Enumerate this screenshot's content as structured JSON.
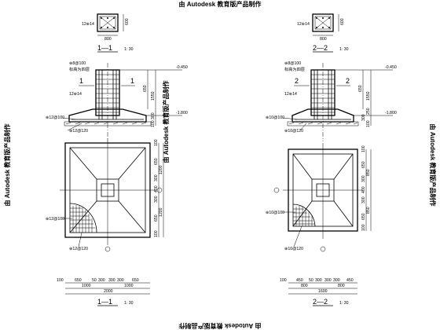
{
  "watermark": "由 Autodesk 教育版产品制作",
  "left_detail": {
    "col_label": "12⊕14",
    "col_width": "800",
    "col_depth": "600",
    "sec_top": "1—1",
    "sec_top_scale": "1: 30",
    "stirrup": "⊕8@100",
    "note": "标高为四层",
    "cut": "1",
    "col_bars": "12⊕14",
    "elev_top": "-0.450",
    "elev_bot": "-1.800",
    "h_650": "650",
    "h_1550": "1550",
    "h_300": "300",
    "h_100": "100",
    "bars_a": "⊕12@100",
    "bars_b": "⊕12@120",
    "plan_v": [
      "100",
      "650",
      "300",
      "400",
      "300",
      "1200",
      "650",
      "1200",
      "100"
    ],
    "mesh_a": "⊕12@100",
    "mesh_b": "⊕12@120",
    "dims_1": [
      "650",
      "50",
      "300",
      "300",
      "300",
      "650"
    ],
    "dims_2": [
      "1000",
      "1000"
    ],
    "dims_3": "2000",
    "dim_100": "100",
    "sec_bot": "1—1",
    "sec_bot_scale": "1: 30"
  },
  "right_detail": {
    "col_label": "12⊕14",
    "col_width": "800",
    "col_depth": "600",
    "sec_top": "2—2",
    "sec_top_scale": "1: 30",
    "stirrup": "⊕8@100",
    "note": "标高为四层",
    "cut": "2",
    "col_bars": "12⊕14",
    "elev_top": "-0.450",
    "elev_bot": "-1.800",
    "h_650": "650",
    "h_1550": "1550",
    "h_300": "300",
    "h_250": "250",
    "h_100": "100",
    "bars_a": "⊕10@100",
    "bars_b": "⊕10@120",
    "plan_v": [
      "100",
      "650",
      "300",
      "400",
      "300",
      "850",
      "650",
      "850",
      "100"
    ],
    "mesh_a": "⊕10@100",
    "mesh_b": "⊕10@120",
    "dims_1": [
      "450",
      "50",
      "300",
      "300",
      "300",
      "450"
    ],
    "dims_2": [
      "800",
      "800"
    ],
    "dims_3": "1600",
    "dim_100": "100",
    "sec_bot": "2—2",
    "sec_bot_scale": "1: 30"
  }
}
